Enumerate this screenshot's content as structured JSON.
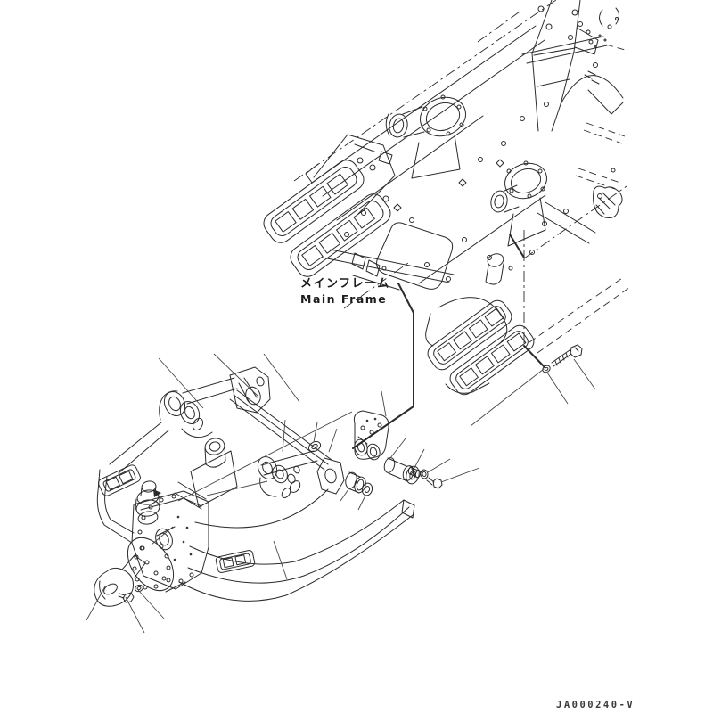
{
  "page": {
    "background": "#ffffff",
    "ink_color": "#2b2b2b",
    "kind": "parts-catalog-exploded-line-drawing"
  },
  "labels": {
    "main_frame_ja": "メインフレーム",
    "main_frame_en": "Main Frame",
    "drawing_number": "JA000240-V"
  },
  "diagram": {
    "type": "exploded-parts-line-drawing",
    "callout_label_target": "main-frame",
    "parts_depicted": [
      "main-frame",
      "front-frame",
      "step-tread-left",
      "step-tread-right",
      "trunnion-mount-left",
      "trunnion-mount-right",
      "lift-arm-bracket-left",
      "lift-arm-bracket-right",
      "coupler-cap-bracket",
      "pin",
      "bushing",
      "o-ring",
      "plug-ring",
      "small-pin",
      "washer",
      "bolt",
      "long-bolt",
      "tow-hitch-ball",
      "hitch-flange-plate"
    ]
  }
}
